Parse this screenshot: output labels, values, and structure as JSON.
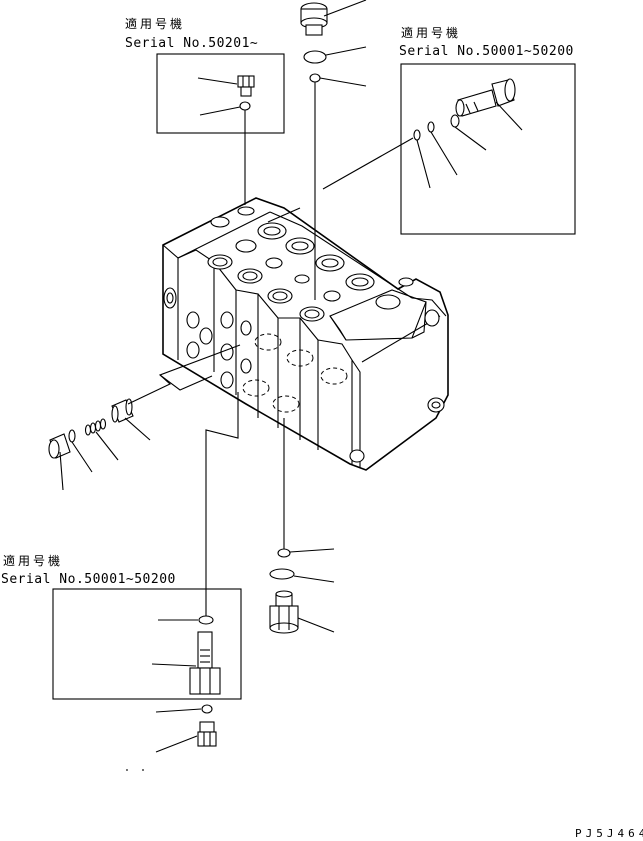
{
  "notes": {
    "top_left": {
      "applicable": "適用号機",
      "serial": "Serial No.50201~"
    },
    "top_right": {
      "applicable": "適用号機",
      "serial": "Serial No.50001~50200"
    },
    "bottom_left": {
      "applicable": "適用号機",
      "serial": "Serial No.50001~50200"
    }
  },
  "drawing_code": "PJ5J464"
}
